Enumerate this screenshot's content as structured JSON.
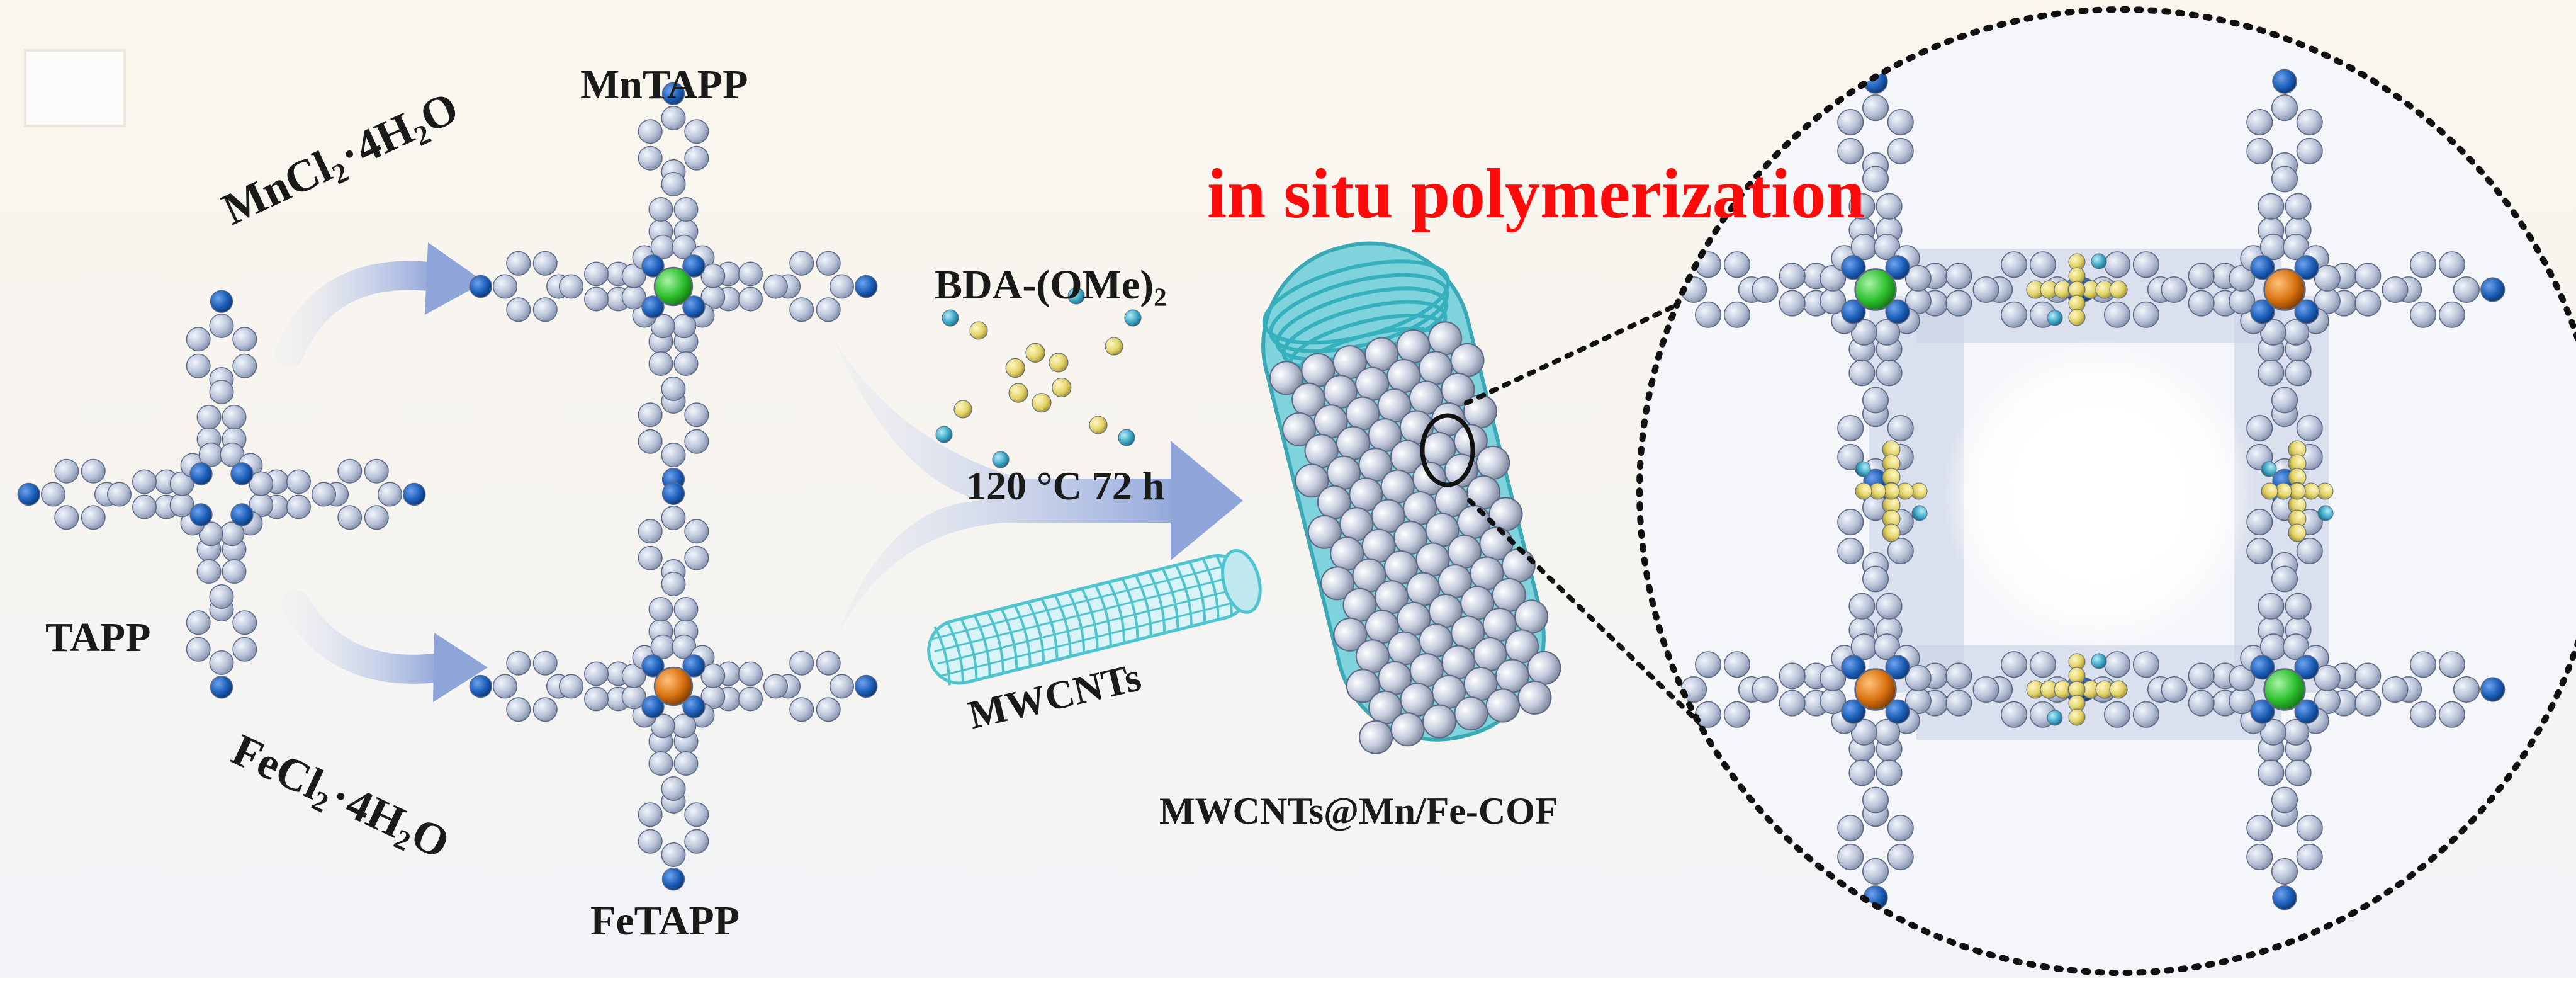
{
  "labels": {
    "mntapp": "MnTAPP",
    "fetapp": "FeTAPP",
    "tapp": "TAPP",
    "mncl_main": "MnCl",
    "mncl_sub2": "2",
    "mncl_rest": "4H",
    "mncl_sub_h": "2",
    "mncl_o": "O",
    "fecl_main": "FeCl",
    "fecl_sub2": "2",
    "fecl_rest": "4H",
    "fecl_sub_h": "2",
    "fecl_o": "O",
    "bda_main": "BDA-(OMe)",
    "bda_sub": "2",
    "condition": "120 °C 72 h",
    "mwcnts": "MWCNTs",
    "product": "MWCNTs@Mn/Fe-COF",
    "title": "in situ polymerization"
  },
  "colors": {
    "title": "#ff0a0a",
    "atom_grey": "#b9c3d8",
    "atom_blue": "#1d5fb8",
    "mn_center": "#2fc12f",
    "fe_center": "#d9720f",
    "nanotube": "#4fc4cf",
    "bda_yellow": "#e3d46a",
    "bda_cyan": "#3fa8c8",
    "arrow": "#a7b7e0",
    "background_top": "#faf6ef"
  }
}
